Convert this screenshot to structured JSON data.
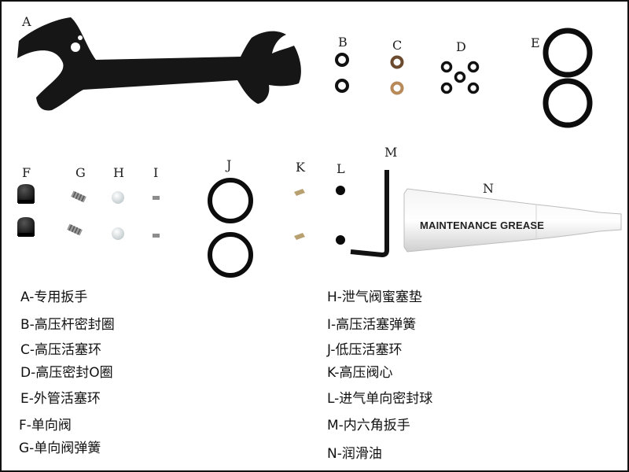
{
  "part_letters": [
    "A",
    "B",
    "C",
    "D",
    "E",
    "F",
    "G",
    "H",
    "I",
    "J",
    "K",
    "L",
    "M",
    "N"
  ],
  "grease_tube_label": "MAINTENANCE GREASE",
  "legend": [
    "A-专用扳手",
    "B-高压杆密封圈",
    "C-高压活塞环",
    "D-高压密封O圈",
    "E-外管活塞环",
    "F-单向阀",
    "G-单向阀弹簧",
    "H-泄气阀蜜塞垫",
    "I-高压活塞弹簧",
    "J-低压活塞环",
    "K-高压阀心",
    "L-进气单向密封球",
    "M-内六角扳手",
    "N-润滑油"
  ]
}
